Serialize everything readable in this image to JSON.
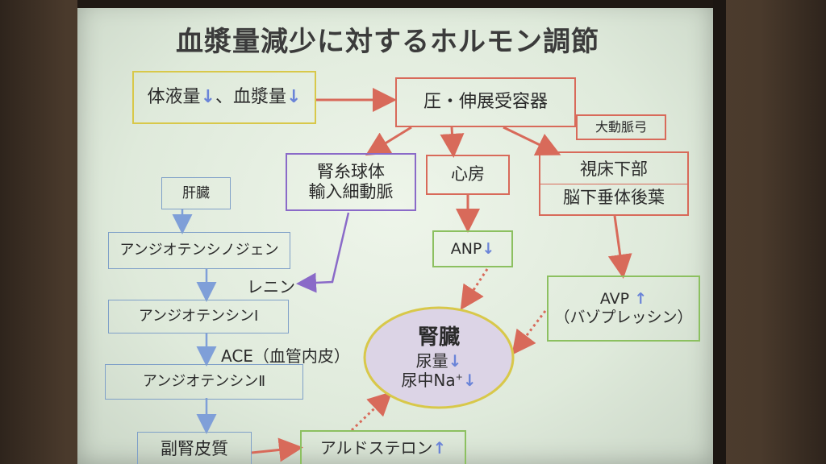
{
  "title": "血漿量減少に対するホルモン調節",
  "nodes": {
    "body_fluid": {
      "a": "体液量",
      "b": "、血漿量"
    },
    "receptor": "圧・伸展受容器",
    "aortic_arch": "大動脈弓",
    "glomerulus": {
      "l1": "腎糸球体",
      "l2": "輸入細動脈"
    },
    "atrium": "心房",
    "hypothalamus": {
      "l1": "視床下部",
      "l2": "脳下垂体後葉"
    },
    "liver": "肝臓",
    "angiotensinogen": "アンジオテンシノジェン",
    "renin": "レニン",
    "angiotensin1": "アンジオテンシンⅠ",
    "ace": "ACE（血管内皮）",
    "angiotensin2": "アンジオテンシンⅡ",
    "adrenal_cortex": "副腎皮質",
    "aldosterone": "アルドステロン",
    "anp": "ANP",
    "avp": {
      "l1": "AVP",
      "l2": "（バゾプレッシン）"
    },
    "kidney": {
      "name": "腎臓",
      "urine": "尿量",
      "na": "尿中Na"
    },
    "na_sup": "+"
  },
  "symbols": {
    "down": "↓",
    "up": "↑"
  },
  "colors": {
    "red": "#d86a5a",
    "purple": "#8a6ac8",
    "blue": "#7fa0c8",
    "green": "#8cc060",
    "yellow": "#d8c84a",
    "title": "#3b3b3b"
  }
}
